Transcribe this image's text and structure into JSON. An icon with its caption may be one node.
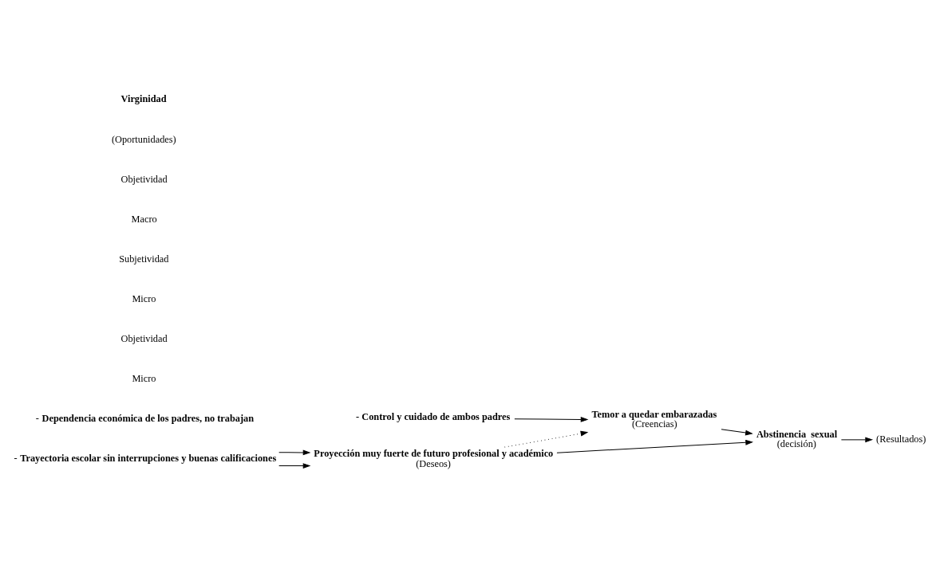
{
  "diagram": {
    "nodes": [
      {
        "text": [
          "**Proyección muy fuerte de futuro profesional y académico**",
          "(Deseos)"
        ]
      },
      {
        "text": [
          "- **Trayectoria escolar sin interrupciones y buenas calificaciones**"
        ]
      },
      {
        "text": [
          "**- Control y cuidado de ambos padres**"
        ]
      },
      {
        "text": [
          "- **Dependencia económica de los padres, no trabajan**"
        ]
      },
      {
        "text": [
          "**Temor a quedar embarazadas**",
          "(Creencias)"
        ]
      },
      {
        "text": [
          "**Abstinencia  sexual**",
          "(decisión)"
        ]
      },
      {
        "text": [
          "(Resultados)"
        ]
      }
    ],
    "edges": [
      {
        "from": 1,
        "to": 0,
        "arrow": "to"
      },
      {
        "from": 1,
        "to": 0,
        "arrow": "to"
      },
      {
        "from": 0,
        "to": 4,
        "arrow": "to",
        "style": "dashed"
      },
      {
        "from": 0,
        "to": 5,
        "arrow": "to"
      },
      {
        "from": 4,
        "to": 5,
        "arrow": "to"
      },
      {
        "from": 2,
        "to": 4,
        "arrow": "to"
      },
      {
        "from": 5,
        "to": 6,
        "arrow": "to"
      }
    ],
    "labels": [
      "**Virginidad**",
      "(Oportunidades)",
      "Objetividad",
      "Macro",
      "Subjetividad",
      "Micro",
      "Objetividad",
      "Micro"
    ]
  }
}
